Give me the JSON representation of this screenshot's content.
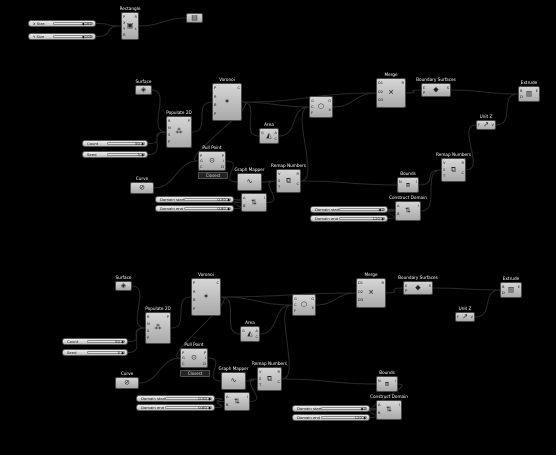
{
  "canvas": {
    "background": "#000000",
    "wire_color": "#2a2a2a"
  },
  "sliders": [
    {
      "id": "xsize",
      "label": "X Size",
      "value": "◆160"
    },
    {
      "id": "ysize",
      "label": "Y Size",
      "value": "◆100"
    },
    {
      "id": "count1",
      "label": "Count",
      "value": "50 ◆"
    },
    {
      "id": "seed1",
      "label": "Seed",
      "value": "5 ◆"
    },
    {
      "id": "dstart1",
      "label": "Domain start",
      "value": "0.50 ◆"
    },
    {
      "id": "dend1",
      "label": "Domain end",
      "value": "0.80 ◆"
    },
    {
      "id": "dstart1b",
      "label": "Domain start",
      "value": "◆0"
    },
    {
      "id": "dend1b",
      "label": "Domain end",
      "value": "120 ◆"
    },
    {
      "id": "count2",
      "label": "Count",
      "value": "50 ◆"
    },
    {
      "id": "seed2",
      "label": "Seed",
      "value": "5 ◆"
    },
    {
      "id": "dstart2",
      "label": "Domain start",
      "value": "0.50 ◆"
    },
    {
      "id": "dend2",
      "label": "Domain end",
      "value": "0.80 ◆"
    },
    {
      "id": "dstart2b",
      "label": "Domain start",
      "value": "◆0"
    },
    {
      "id": "dend2b",
      "label": "Domain end",
      "value": "120 ◆"
    }
  ],
  "components": [
    {
      "id": "rect",
      "title": "Rectangle",
      "icon": "rectangle-icon",
      "glyph": "▣",
      "inputs": [
        "P",
        "X",
        "Y",
        "R"
      ],
      "outputs": [
        "R",
        "L"
      ]
    },
    {
      "id": "rectout",
      "title": "",
      "icon": "panel-icon",
      "glyph": "▤",
      "inputs": [],
      "outputs": []
    },
    {
      "id": "surf1",
      "title": "Surface",
      "icon": "surface-icon",
      "glyph": "◈",
      "inputs": [],
      "outputs": []
    },
    {
      "id": "pop1",
      "title": "Populate 2D",
      "icon": "populate-icon",
      "glyph": "⁂",
      "inputs": [
        "R",
        "N",
        "S",
        "P"
      ],
      "outputs": [
        "P"
      ]
    },
    {
      "id": "vor1",
      "title": "Voronoi",
      "icon": "voronoi-icon",
      "glyph": "✶",
      "inputs": [
        "P",
        "R",
        "B",
        "P"
      ],
      "outputs": [
        "C"
      ]
    },
    {
      "id": "pull1",
      "title": "Pull Point",
      "icon": "pull-point-icon",
      "glyph": "⊙",
      "inputs": [
        "P",
        "G",
        "C"
      ],
      "outputs": [
        "P",
        "i",
        "D"
      ]
    },
    {
      "id": "area1",
      "title": "Area",
      "icon": "area-icon",
      "glyph": "◭",
      "inputs": [
        "G"
      ],
      "outputs": [
        "A",
        "C"
      ]
    },
    {
      "id": "scale1",
      "title": "",
      "icon": "scale-icon",
      "glyph": "⬡",
      "inputs": [
        "G",
        "C",
        "F"
      ],
      "outputs": [
        "G",
        "X"
      ]
    },
    {
      "id": "merge1",
      "title": "Merge",
      "icon": "merge-icon",
      "glyph": "✕",
      "inputs": [
        "D1",
        "D2",
        "D3"
      ],
      "outputs": [
        "R"
      ]
    },
    {
      "id": "bsurf1",
      "title": "Boundary Surfaces",
      "icon": "boundary-surface-icon",
      "glyph": "◆",
      "inputs": [
        "E",
        "P"
      ],
      "outputs": [
        "S"
      ]
    },
    {
      "id": "unitz1",
      "title": "Unit Z",
      "icon": "unit-z-icon",
      "glyph": "↗",
      "inputs": [
        "F"
      ],
      "outputs": [
        "V"
      ]
    },
    {
      "id": "ext1",
      "title": "Extrude",
      "icon": "extrude-icon",
      "glyph": "▥",
      "inputs": [
        "B",
        "D"
      ],
      "outputs": [
        "E"
      ]
    },
    {
      "id": "graph1",
      "title": "Graph Mapper",
      "icon": "graph-mapper-icon",
      "glyph": "∿",
      "inputs": [],
      "outputs": []
    },
    {
      "id": "remap1",
      "title": "Remap Numbers",
      "icon": "remap-icon",
      "glyph": "⧉",
      "inputs": [
        "V",
        "S",
        "T"
      ],
      "outputs": [
        "R",
        "C"
      ]
    },
    {
      "id": "bounds1",
      "title": "Bounds",
      "icon": "bounds-icon",
      "glyph": "⧈",
      "inputs": [
        "N"
      ],
      "outputs": [
        "I"
      ]
    },
    {
      "id": "remap1b",
      "title": "Remap Numbers",
      "icon": "remap-icon",
      "glyph": "⧉",
      "inputs": [
        "V",
        "S",
        "T"
      ],
      "outputs": [
        "R",
        "C"
      ]
    },
    {
      "id": "curve1",
      "title": "Curve",
      "icon": "curve-icon",
      "glyph": "⊘",
      "inputs": [],
      "outputs": []
    },
    {
      "id": "cdom1a",
      "title": "",
      "icon": "construct-domain-icon",
      "glyph": "⇅",
      "inputs": [
        "A",
        "B"
      ],
      "outputs": [
        "I"
      ]
    },
    {
      "id": "cdom1b",
      "title": "Construct Domain",
      "icon": "construct-domain-icon",
      "glyph": "⇅",
      "inputs": [
        "A",
        "B"
      ],
      "outputs": [
        "I"
      ]
    },
    {
      "id": "surf2",
      "title": "Surface",
      "icon": "surface-icon",
      "glyph": "◈",
      "inputs": [],
      "outputs": []
    },
    {
      "id": "pop2",
      "title": "Populate 2D",
      "icon": "populate-icon",
      "glyph": "⁂",
      "inputs": [
        "R",
        "N",
        "S",
        "P"
      ],
      "outputs": [
        "P"
      ]
    },
    {
      "id": "vor2",
      "title": "Voronoi",
      "icon": "voronoi-icon",
      "glyph": "✶",
      "inputs": [
        "P",
        "R",
        "B",
        "P"
      ],
      "outputs": [
        "C"
      ]
    },
    {
      "id": "pull2",
      "title": "Pull Point",
      "icon": "pull-point-icon",
      "glyph": "⊙",
      "inputs": [
        "P",
        "G",
        "C"
      ],
      "outputs": [
        "P",
        "i",
        "D"
      ]
    },
    {
      "id": "area2",
      "title": "Area",
      "icon": "area-icon",
      "glyph": "◭",
      "inputs": [
        "G"
      ],
      "outputs": [
        "A",
        "C"
      ]
    },
    {
      "id": "scale2",
      "title": "",
      "icon": "scale-icon",
      "glyph": "⬡",
      "inputs": [
        "G",
        "C",
        "F"
      ],
      "outputs": [
        "G",
        "X"
      ]
    },
    {
      "id": "merge2",
      "title": "Merge",
      "icon": "merge-icon",
      "glyph": "✕",
      "inputs": [
        "D1",
        "D2",
        "D3"
      ],
      "outputs": [
        "R"
      ]
    },
    {
      "id": "bsurf2",
      "title": "Boundary Surfaces",
      "icon": "boundary-surface-icon",
      "glyph": "◆",
      "inputs": [
        "E",
        "P"
      ],
      "outputs": [
        "S"
      ]
    },
    {
      "id": "unitz2",
      "title": "Unit Z",
      "icon": "unit-z-icon",
      "glyph": "↗",
      "inputs": [
        "F"
      ],
      "outputs": [
        "V"
      ]
    },
    {
      "id": "ext2",
      "title": "Extrude",
      "icon": "extrude-icon",
      "glyph": "▥",
      "inputs": [
        "B",
        "D"
      ],
      "outputs": [
        "E"
      ]
    },
    {
      "id": "graph2",
      "title": "Graph Mapper",
      "icon": "graph-mapper-icon",
      "glyph": "∿",
      "inputs": [],
      "outputs": []
    },
    {
      "id": "remap2",
      "title": "Remap Numbers",
      "icon": "remap-icon",
      "glyph": "⧉",
      "inputs": [
        "V",
        "S",
        "T"
      ],
      "outputs": [
        "R",
        "C"
      ]
    },
    {
      "id": "bounds2",
      "title": "Bounds",
      "icon": "bounds-icon",
      "glyph": "⧈",
      "inputs": [
        "N"
      ],
      "outputs": [
        "I"
      ]
    },
    {
      "id": "curve2",
      "title": "Curve",
      "icon": "curve-icon",
      "glyph": "⊘",
      "inputs": [],
      "outputs": []
    },
    {
      "id": "cdom2a",
      "title": "",
      "icon": "construct-domain-icon",
      "glyph": "⇅",
      "inputs": [
        "A",
        "B"
      ],
      "outputs": [
        "I"
      ]
    },
    {
      "id": "cdom2b",
      "title": "Construct Domain",
      "icon": "construct-domain-icon",
      "glyph": "⇅",
      "inputs": [
        "A",
        "B"
      ],
      "outputs": [
        "I"
      ]
    }
  ],
  "pills": [
    {
      "id": "closest1",
      "text": "Closest"
    },
    {
      "id": "closest2",
      "text": "Closest"
    }
  ],
  "wires": [
    [
      "xsize",
      "rect"
    ],
    [
      "ysize",
      "rect"
    ],
    [
      "rect",
      "rectout"
    ],
    [
      "surf1",
      "pop1"
    ],
    [
      "count1",
      "pop1"
    ],
    [
      "seed1",
      "pop1"
    ],
    [
      "pop1",
      "vor1"
    ],
    [
      "vor1",
      "pull1"
    ],
    [
      "curve1",
      "pull1"
    ],
    [
      "pull1",
      "graph1"
    ],
    [
      "vor1",
      "area1"
    ],
    [
      "area1",
      "scale1"
    ],
    [
      "vor1",
      "scale1"
    ],
    [
      "graph1",
      "remap1"
    ],
    [
      "dstart1",
      "cdom1a"
    ],
    [
      "dend1",
      "cdom1a"
    ],
    [
      "cdom1a",
      "remap1"
    ],
    [
      "remap1",
      "scale1"
    ],
    [
      "scale1",
      "merge1"
    ],
    [
      "vor1",
      "merge1"
    ],
    [
      "merge1",
      "bsurf1"
    ],
    [
      "bsurf1",
      "ext1"
    ],
    [
      "unitz1",
      "ext1"
    ],
    [
      "remap1b",
      "unitz1"
    ],
    [
      "bounds1",
      "remap1b"
    ],
    [
      "cdom1b",
      "remap1b"
    ],
    [
      "dstart1b",
      "cdom1b"
    ],
    [
      "dend1b",
      "cdom1b"
    ],
    [
      "remap1",
      "bounds1"
    ],
    [
      "surf2",
      "pop2"
    ],
    [
      "count2",
      "pop2"
    ],
    [
      "seed2",
      "pop2"
    ],
    [
      "pop2",
      "vor2"
    ],
    [
      "vor2",
      "pull2"
    ],
    [
      "curve2",
      "pull2"
    ],
    [
      "pull2",
      "graph2"
    ],
    [
      "vor2",
      "area2"
    ],
    [
      "area2",
      "scale2"
    ],
    [
      "vor2",
      "scale2"
    ],
    [
      "graph2",
      "remap2"
    ],
    [
      "dstart2",
      "cdom2a"
    ],
    [
      "dend2",
      "cdom2a"
    ],
    [
      "cdom2a",
      "remap2"
    ],
    [
      "remap2",
      "scale2"
    ],
    [
      "scale2",
      "merge2"
    ],
    [
      "vor2",
      "merge2"
    ],
    [
      "merge2",
      "bsurf2"
    ],
    [
      "bsurf2",
      "ext2"
    ],
    [
      "unitz2",
      "ext2"
    ],
    [
      "remap2",
      "bounds2"
    ],
    [
      "bounds2",
      "cdom2b"
    ],
    [
      "dstart2b",
      "cdom2b"
    ],
    [
      "dend2b",
      "cdom2b"
    ]
  ]
}
